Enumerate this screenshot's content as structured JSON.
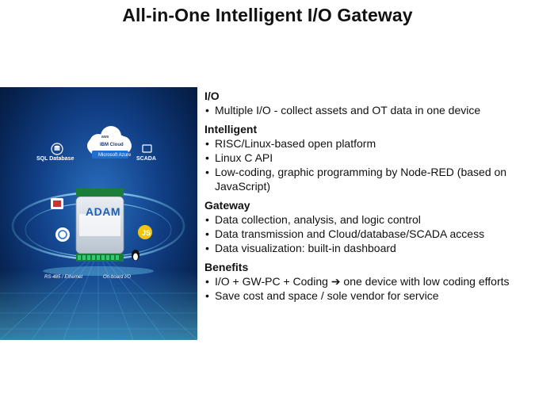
{
  "title": "All-in-One Intelligent I/O Gateway",
  "graphic": {
    "sql_label": "SQL Database",
    "scada_label": "SCADA",
    "aws_label": "aws",
    "ibm_label": "IBM Cloud",
    "azure_label": "Microsoft Azure",
    "device_brand": "ADAM",
    "rs485_label": "RS-485 / Ethernet",
    "onboard_label": "On-board I/O"
  },
  "bullet_glyph": "•",
  "sections": [
    {
      "heading": "I/O",
      "items": [
        "Multiple I/O  - collect assets and OT data in one device"
      ]
    },
    {
      "heading": "Intelligent",
      "items": [
        "RISC/Linux-based  open platform",
        "Linux C API",
        "Low-coding, graphic programming by Node-RED (based on JavaScript)"
      ]
    },
    {
      "heading": "Gateway",
      "items": [
        "Data collection, analysis,  and logic control",
        "Data transmission and Cloud/database/SCADA access",
        "Data visualization:  built-in dashboard"
      ]
    },
    {
      "heading": "Benefits",
      "items": [
        "I/O  + GW-PC + Coding ➔ one device with low coding efforts",
        "Save cost and space / sole vendor for service"
      ]
    }
  ],
  "colors": {
    "graphic_bg": "#113f86",
    "accent_cyan": "#5fd3ff"
  }
}
